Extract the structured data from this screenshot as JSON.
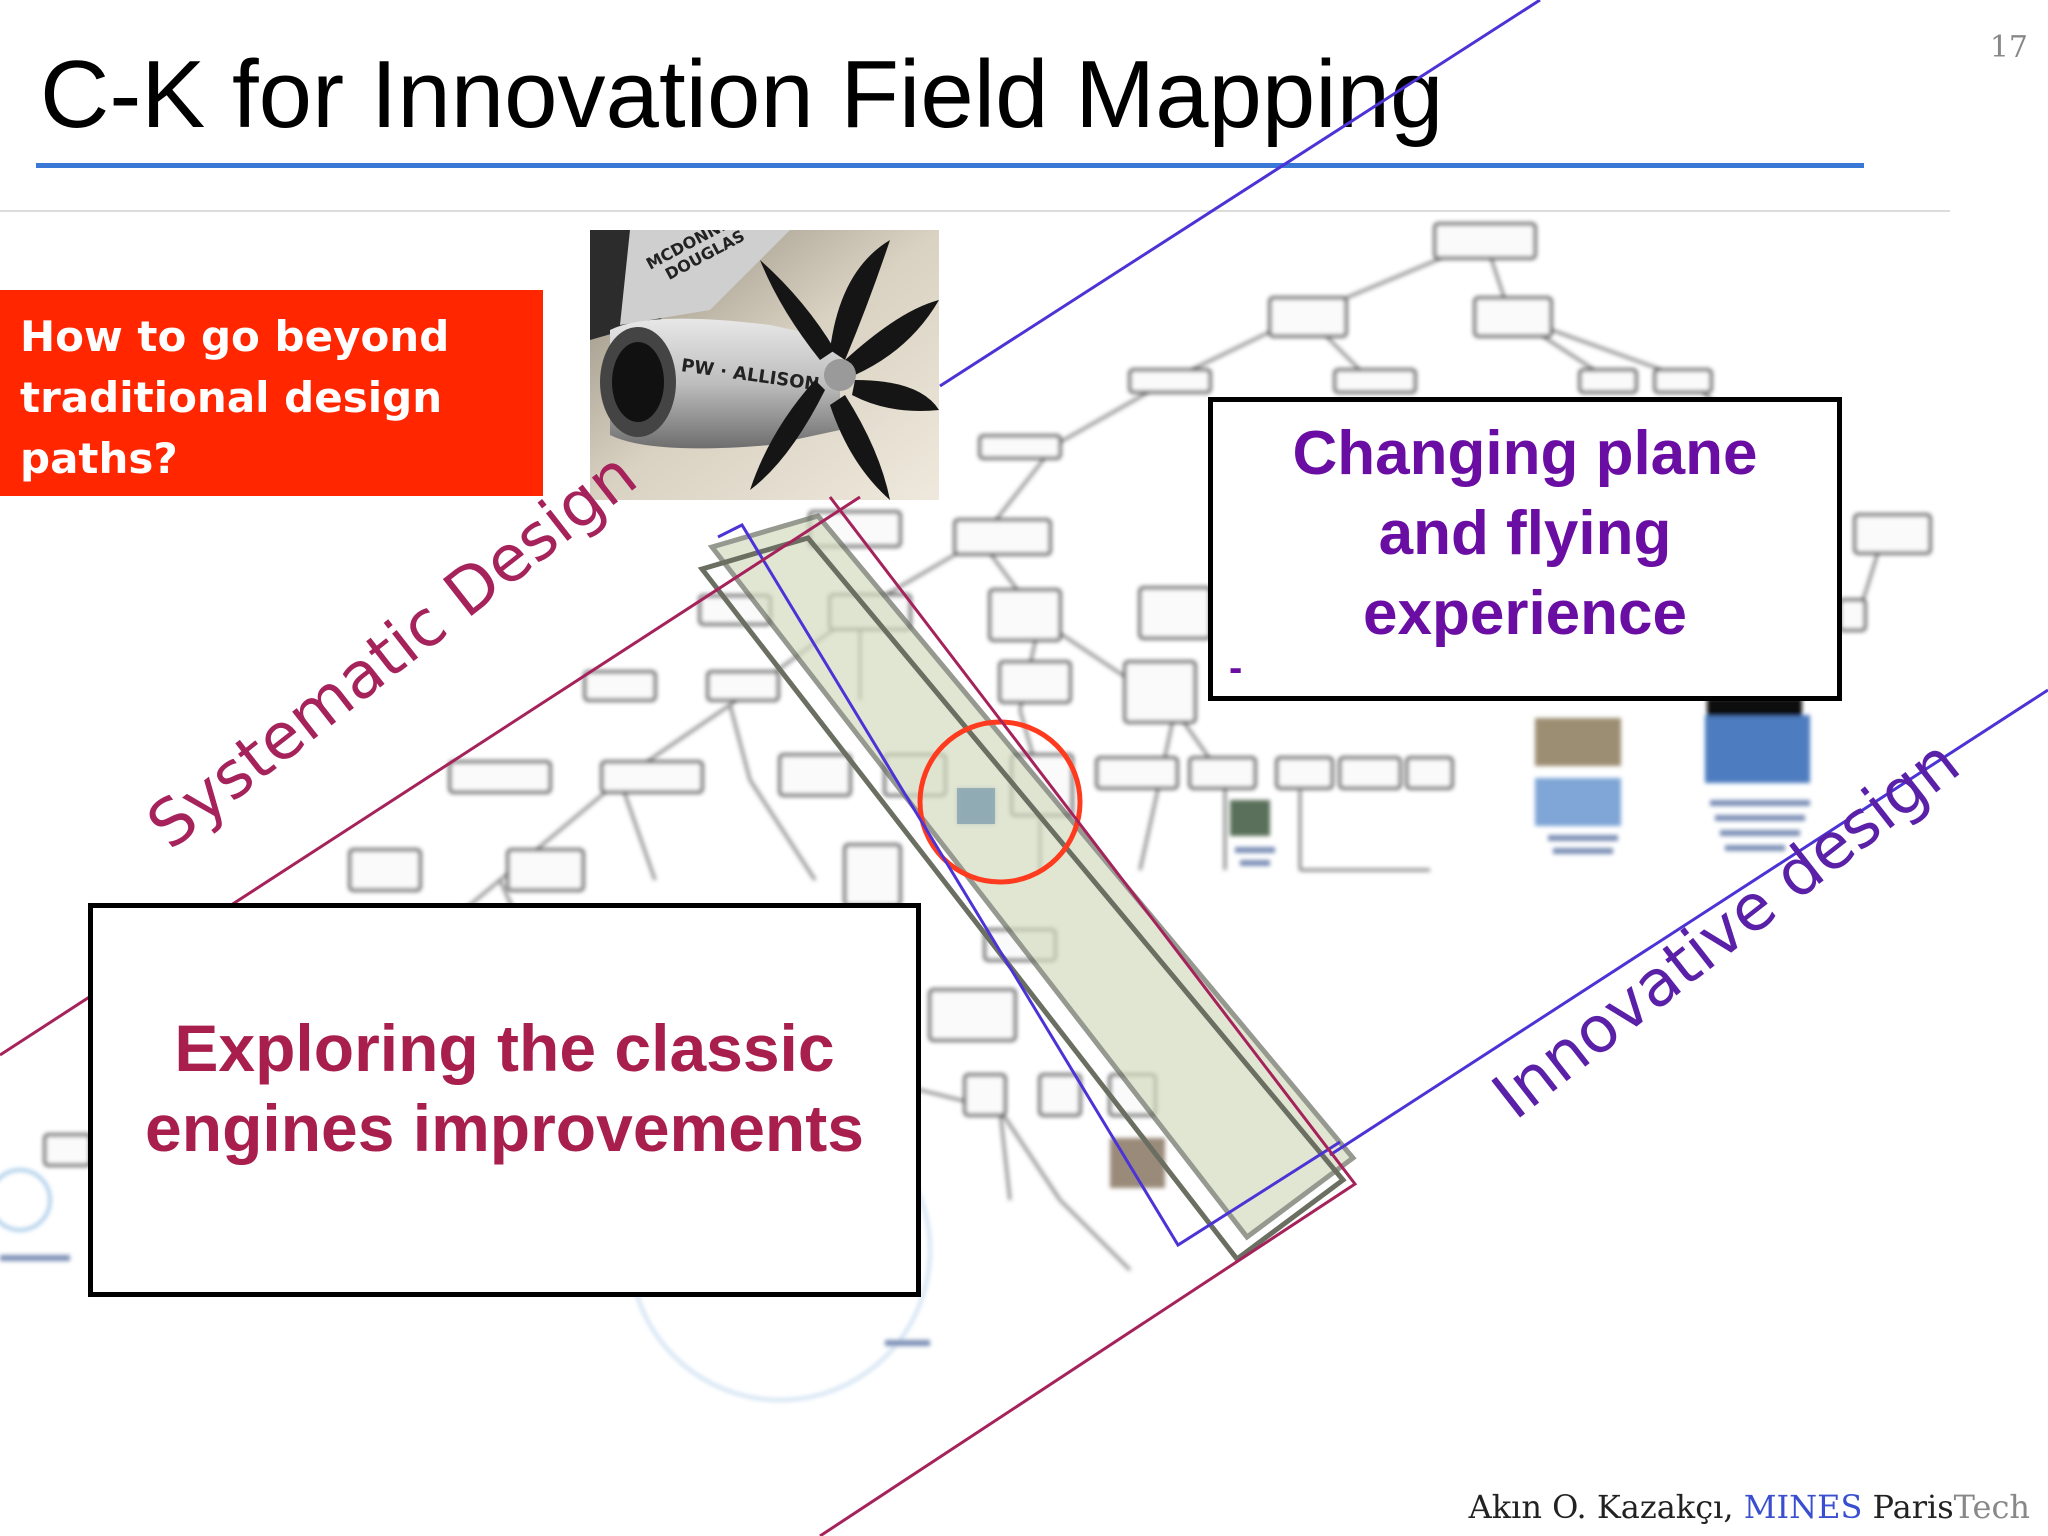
{
  "slide": {
    "title": "C-K for Innovation Field Mapping",
    "page_number": "17"
  },
  "question_box": {
    "line1": "How to go beyond",
    "line2": "traditional design",
    "line3": "paths?"
  },
  "engine_photo": {
    "text_brand": "PW · ALLISON",
    "text_mcdonnell": "MCDONNELL",
    "text_douglas": "DOUGLAS"
  },
  "right_box": {
    "line1": "Changing plane",
    "line2": "and flying",
    "line3": "experience",
    "dash": "-"
  },
  "left_box": {
    "line1": "Exploring the classic",
    "line2": "engines improvements"
  },
  "labels": {
    "systematic": "Systematic Design",
    "innovative": "Innovative design"
  },
  "footer": {
    "author": "Akın O. Kazakçı, ",
    "mines": "MINES",
    "paris": " Paris",
    "tech": "Tech"
  },
  "colors": {
    "title_rule": "#3a78d6",
    "question_bg": "#ff2600",
    "right_text": "#6a0da3",
    "left_text": "#a81e4c",
    "systematic": "#a5225a",
    "innovative": "#5a20a8",
    "highlight_band": "#dfe3cf",
    "focus_circle": "#ff3b1f"
  }
}
